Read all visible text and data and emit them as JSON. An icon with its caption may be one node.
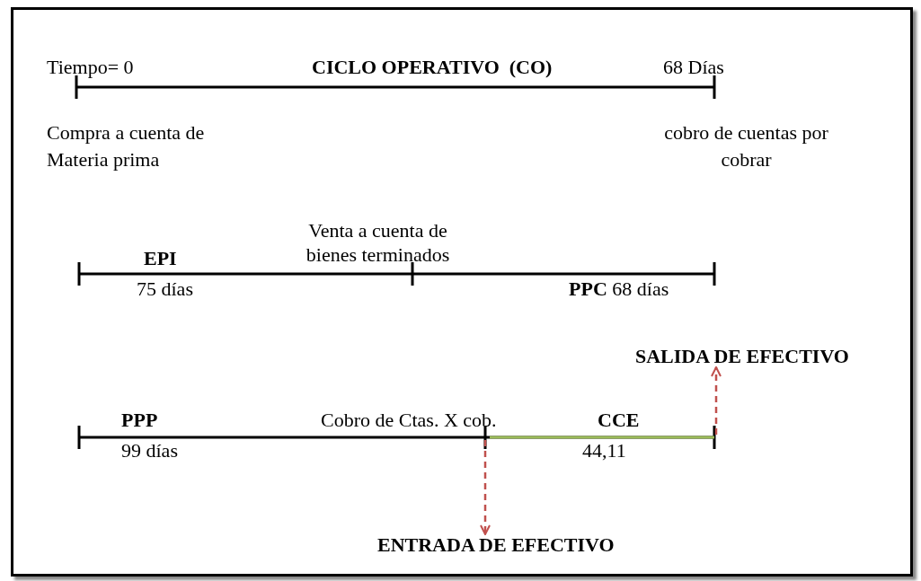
{
  "diagram": {
    "nodes": [
      {
        "text": [
          "ENTRADA DE EFECTIVO"
        ]
      },
      {
        "text": [
          "SALIDA DE EFECTIVO"
        ]
      }
    ],
    "edges": [
      {
        "from": null,
        "to": 0,
        "arrow": "to",
        "style": "dashed",
        "color": "#c0504d"
      },
      {
        "from": null,
        "to": 1,
        "arrow": "to",
        "style": "dashed",
        "color": "#c0504d"
      }
    ],
    "labels": [
      "Tiempo= 0",
      "CICLO OPERATIVO  (CO)",
      "68 Días",
      "Compra a cuenta de Materia prima",
      "cobro de cuentas por cobrar",
      "Venta a cuenta de bienes terminados",
      "EPI",
      "75 días",
      "**PPC** 68 días",
      "PPP",
      "Cobro de Ctas. X cob.",
      "CCE",
      "99 días",
      "44,11"
    ]
  }
}
